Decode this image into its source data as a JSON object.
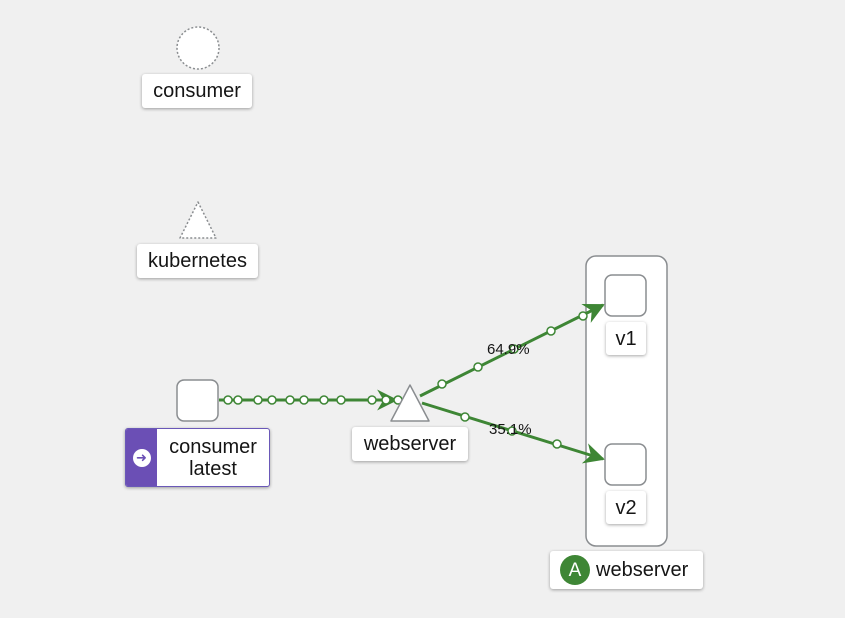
{
  "nodes": {
    "consumer": {
      "label": "consumer"
    },
    "kubernetes": {
      "label": "kubernetes"
    },
    "consumer_latest": {
      "line1": "consumer",
      "line2": "latest",
      "badge_icon": "arrow-circle-right-icon"
    },
    "webserver_service": {
      "label": "webserver"
    },
    "v1": {
      "label": "v1"
    },
    "v2": {
      "label": "v2"
    },
    "app_box": {
      "badge": "A",
      "label": "webserver",
      "badge_color": "#3e8635"
    }
  },
  "edges": {
    "to_v1": {
      "label": "64.9%"
    },
    "to_v2": {
      "label": "35.1%"
    }
  },
  "colors": {
    "edge": "#3e8635",
    "version_badge": "#6b4fb5",
    "background": "#f0f0f0"
  }
}
